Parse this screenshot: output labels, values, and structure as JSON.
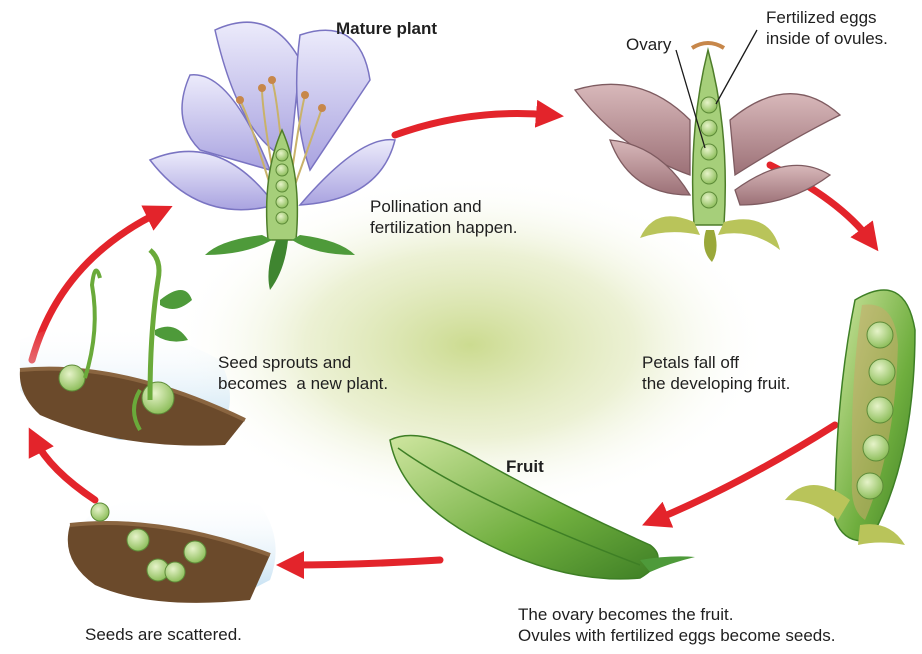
{
  "diagram": {
    "stages": {
      "mature_plant": {
        "title": "Mature plant",
        "caption": [
          "Pollination and",
          "fertilization happen."
        ]
      },
      "flower_parts": {
        "ovary": "Ovary",
        "fertilized_eggs": [
          "Fertilized eggs",
          "inside of ovules."
        ]
      },
      "petals": {
        "caption": [
          "Petals fall off",
          "the developing fruit."
        ]
      },
      "fruit": {
        "title": "Fruit",
        "caption": [
          "The ovary becomes the fruit.",
          "Ovules with fertilized eggs become seeds."
        ]
      },
      "seeds": {
        "caption": "Seeds are scattered."
      },
      "sprout": {
        "caption": [
          "Seed sprouts and",
          "becomes  a new plant."
        ]
      }
    },
    "colors": {
      "arrow": "#e3242b",
      "petal": "#b9b4e6",
      "wilted_petal": "#b98f92",
      "leaf": "#4e9a3a",
      "pod": "#6fae3e",
      "pea": "#a6cf7a",
      "soil": "#6b4a2b",
      "sky": "#cfe6f5",
      "center_glow": "#d7e29a"
    }
  }
}
